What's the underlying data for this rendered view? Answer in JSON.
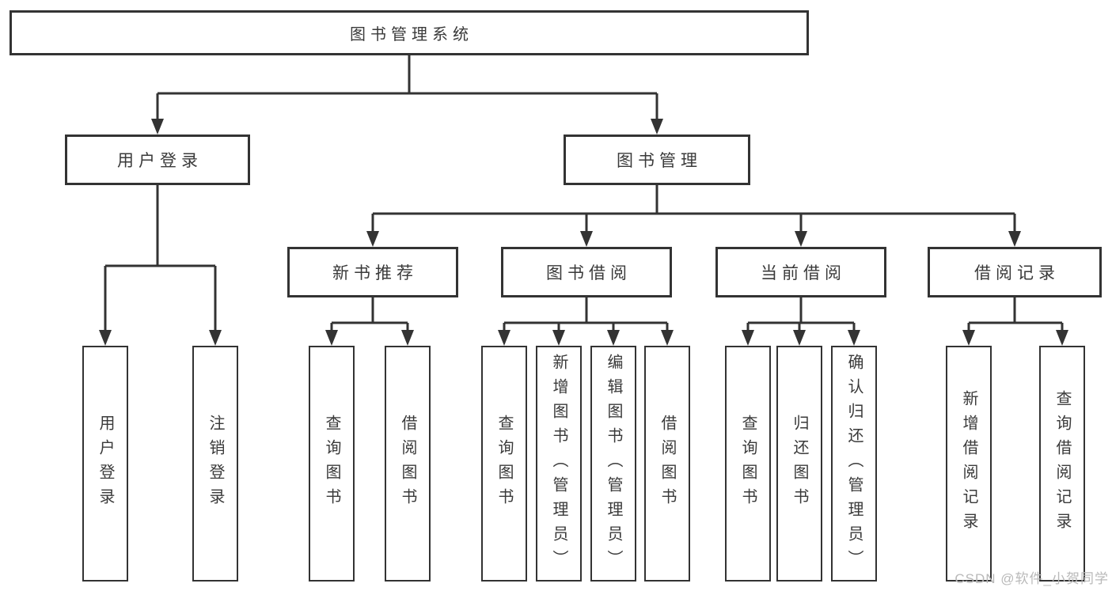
{
  "watermark": "CSDN @软件_小贺同学",
  "colors": {
    "line": "#333333",
    "text": "#3a3a3a",
    "watermark": "#b9b9b9",
    "background": "#ffffff"
  },
  "tree": {
    "root": {
      "label": "图书管理系统"
    },
    "level2": [
      {
        "label": "用户登录"
      },
      {
        "label": "图书管理"
      }
    ],
    "level3": [
      {
        "label": "新书推荐"
      },
      {
        "label": "图书借阅"
      },
      {
        "label": "当前借阅"
      },
      {
        "label": "借阅记录"
      }
    ],
    "leaves": {
      "user_login": [
        {
          "label": "用户登录"
        },
        {
          "label": "注销登录"
        }
      ],
      "new_book_recommend": [
        {
          "label": "查询图书"
        },
        {
          "label": "借阅图书"
        }
      ],
      "book_borrow": [
        {
          "label": "查询图书"
        },
        {
          "label": "新增图书（管理员）"
        },
        {
          "label": "编辑图书（管理员）"
        },
        {
          "label": "借阅图书"
        }
      ],
      "current_borrow": [
        {
          "label": "查询图书"
        },
        {
          "label": "归还图书"
        },
        {
          "label": "确认归还（管理员）"
        }
      ],
      "borrow_records": [
        {
          "label": "新增借阅记录"
        },
        {
          "label": "查询借阅记录"
        }
      ]
    }
  }
}
